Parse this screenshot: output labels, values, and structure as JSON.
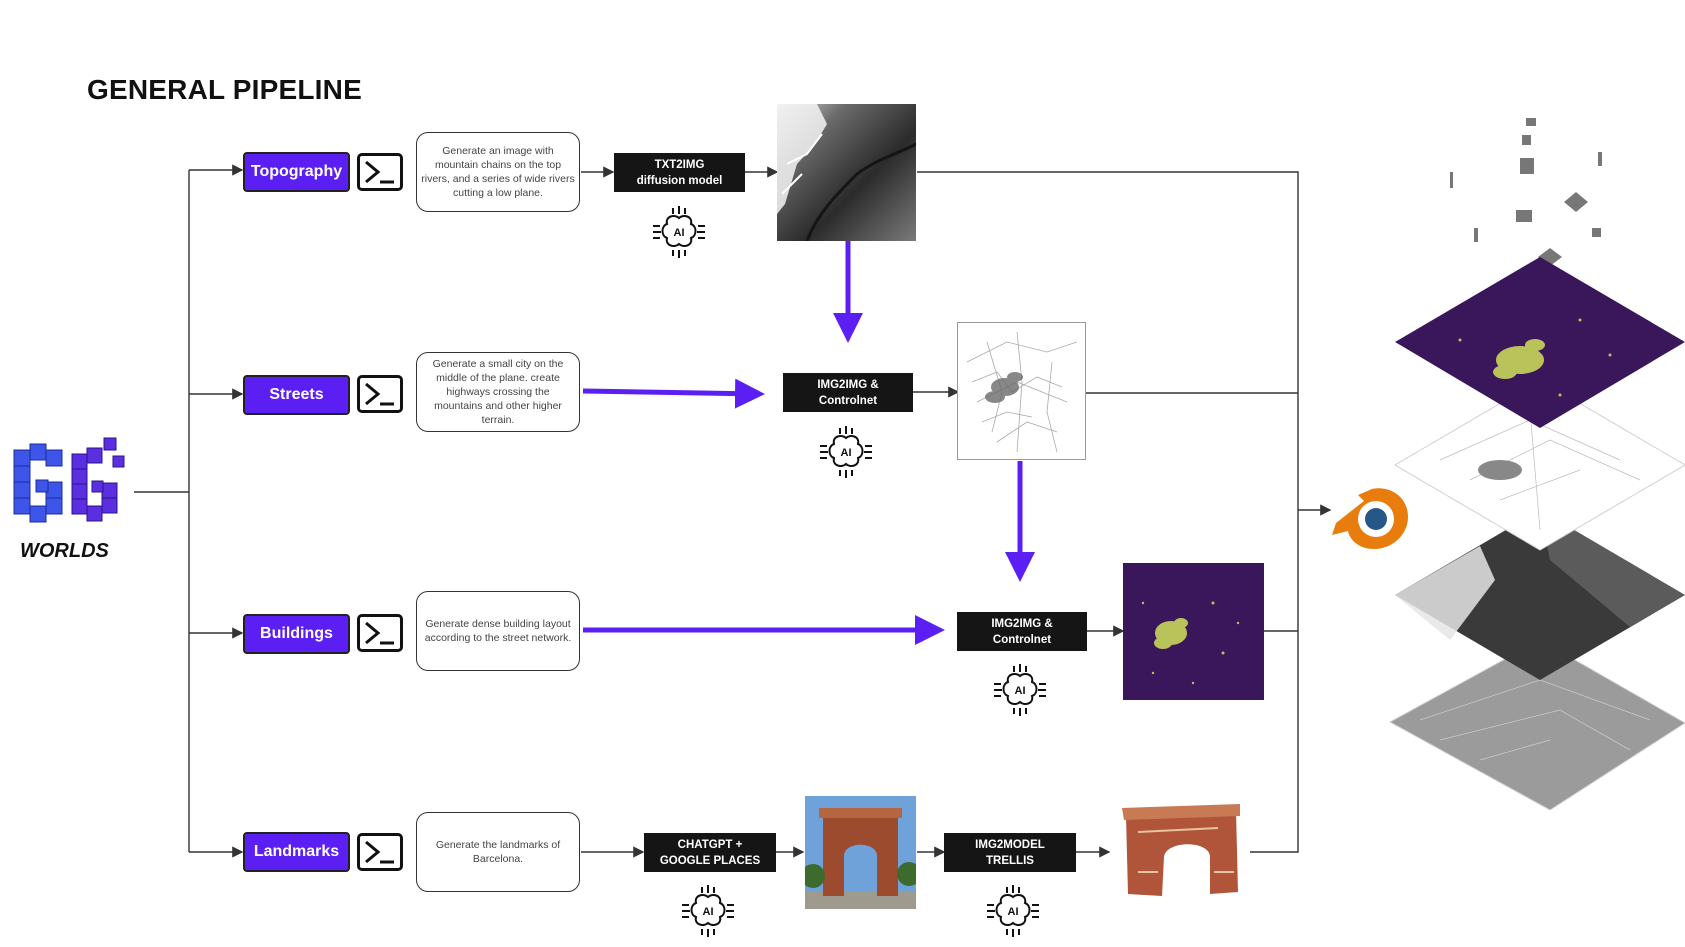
{
  "title": "GENERAL PIPELINE",
  "logo": {
    "label": "WORLDS",
    "icon": "cube-gg-logo"
  },
  "rows": [
    {
      "category": "Topography",
      "prompt": "Generate an image with mountain chains on the top rivers, and a series of wide rivers cutting a low plane.",
      "model_line1": "TXT2IMG",
      "model_line2": "diffusion model",
      "output": "heightmap-image"
    },
    {
      "category": "Streets",
      "prompt": "Generate a small city on the middle of the plane. create highways crossing the mountains and other higher terrain.",
      "model_line1": "IMG2IMG &",
      "model_line2": "Controlnet",
      "output": "street-map-image"
    },
    {
      "category": "Buildings",
      "prompt": "Generate dense building layout according to the street network.",
      "model_line1": "IMG2IMG &",
      "model_line2": "Controlnet",
      "output": "building-map-image"
    },
    {
      "category": "Landmarks",
      "prompt": "Generate the landmarks of Barcelona.",
      "model_line1": "CHATGPT +",
      "model_line2": "GOOGLE PLACES",
      "model2_line1": "IMG2MODEL",
      "model2_line2": "TRELLIS",
      "output": "arc-de-triomf-photo",
      "output3d": "arc-de-triomf-3d-model"
    }
  ],
  "ai_badge": "AI",
  "icons": {
    "terminal": "terminal-icon",
    "ai": "ai-brain-chip-icon",
    "blender": "blender-logo-icon"
  },
  "colors": {
    "accent": "#5b1ff4",
    "arrow": "#5b1ff4",
    "dark": "#151515",
    "purple_map": "#3a165a",
    "building_yellow": "#b9c35a"
  }
}
